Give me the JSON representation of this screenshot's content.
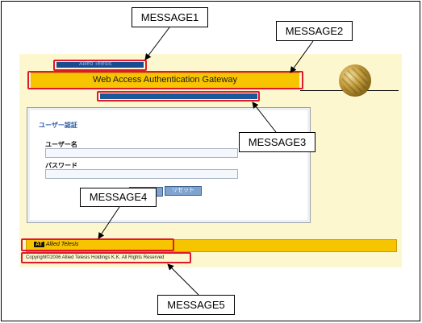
{
  "portal": {
    "top_strip_text": "Allied Telesis",
    "title": "Web Access Authentication Gateway",
    "form_title": "ユーザー認証",
    "username_label": "ユーザー名",
    "password_label": "パスワード",
    "login_button": "ログイン",
    "reset_button": "リセット",
    "brand": "Allied Telesis",
    "brand_mark": "AT",
    "copyright": "Copyright©2006 Allied Telesis Holdings K.K. All Rights Reserved"
  },
  "callouts": [
    "MESSAGE1",
    "MESSAGE2",
    "MESSAGE3",
    "MESSAGE4",
    "MESSAGE5"
  ],
  "colors": {
    "panel": "#fdf7cf",
    "title_bar": "#f7c400",
    "accent_blue": "#1a4b91",
    "highlight_red": "#e0182d"
  }
}
